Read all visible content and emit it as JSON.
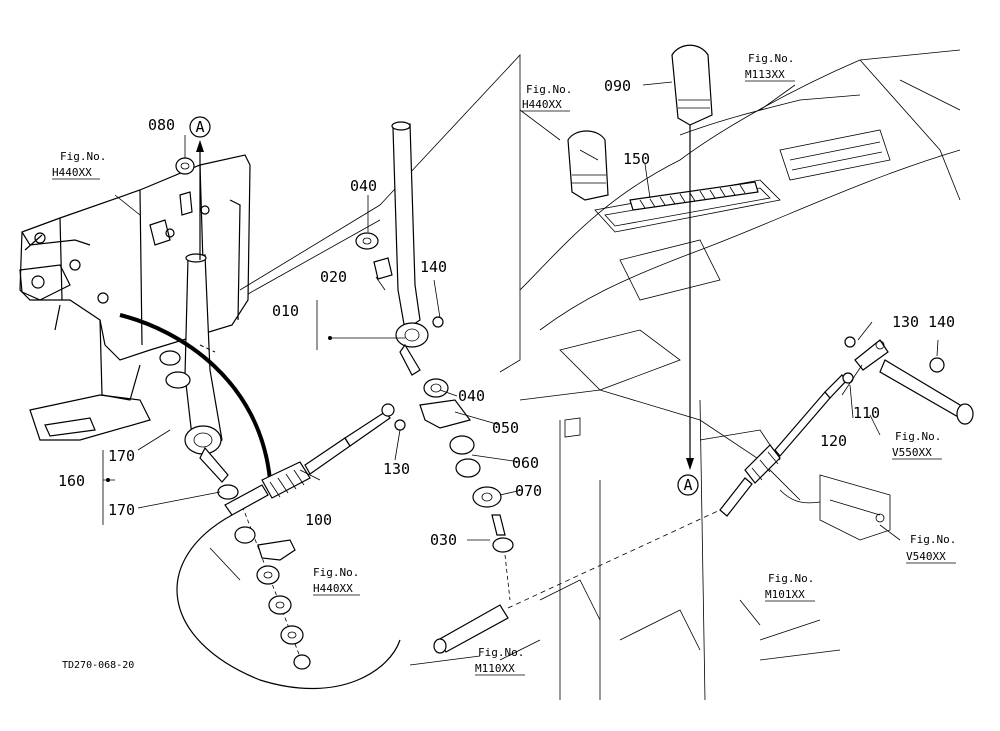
{
  "drawing_code": "TD270-068-20",
  "part_labels": {
    "p010": "010",
    "p020": "020",
    "p030": "030",
    "p040a": "040",
    "p040b": "040",
    "p050": "050",
    "p060": "060",
    "p070": "070",
    "p080": "080",
    "p090": "090",
    "p100": "100",
    "p110": "110",
    "p120": "120",
    "p130a": "130",
    "p130b": "130",
    "p140a": "140",
    "p140b": "140",
    "p150": "150",
    "p160": "160",
    "p170a": "170",
    "p170b": "170"
  },
  "callout_marker": "A",
  "fig_refs": {
    "caption": "Fig.No.",
    "h440_left": "H440XX",
    "h440_top": "H440XX",
    "h440_bottom": "H440XX",
    "m113": "M113XX",
    "v550": "V550XX",
    "v540": "V540XX",
    "m101": "M101XX",
    "m110": "M110XX"
  }
}
